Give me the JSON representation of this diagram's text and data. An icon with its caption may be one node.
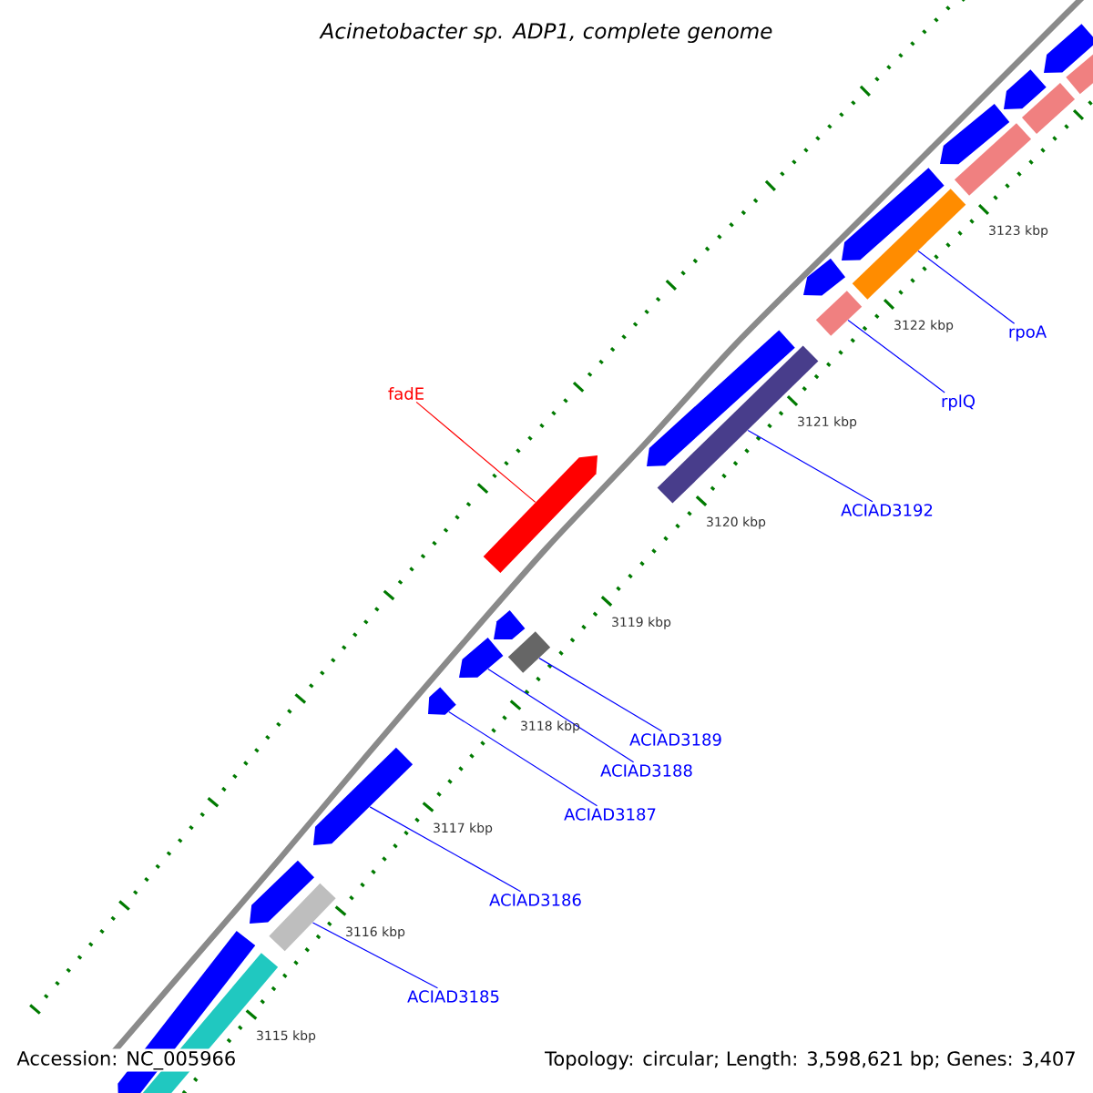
{
  "diagram": {
    "title": "Acinetobacter sp. ADP1, complete genome",
    "nodes": [
      {
        "text": [
          "rpoA"
        ]
      },
      {
        "text": [],
        "shape": "bar"
      },
      {
        "text": [
          "rplQ"
        ]
      },
      {
        "text": [],
        "shape": "bar"
      },
      {
        "text": [
          "fadE"
        ]
      },
      {
        "text": [],
        "shape": "pentagon"
      },
      {
        "text": [
          "ACIAD3192"
        ]
      },
      {
        "text": [],
        "shape": "bar"
      },
      {
        "text": [
          "ACIAD3189"
        ]
      },
      {
        "text": [],
        "shape": "box"
      },
      {
        "text": [
          "ACIAD3188"
        ]
      },
      {
        "text": [],
        "shape": "pentagon"
      },
      {
        "text": [
          "ACIAD3187"
        ]
      },
      {
        "text": [],
        "shape": "pentagon"
      },
      {
        "text": [
          "ACIAD3186"
        ]
      },
      {
        "text": [],
        "shape": "pentagon"
      },
      {
        "text": [
          "ACIAD3185"
        ]
      },
      {
        "text": [],
        "shape": "bar"
      },
      {
        "text": [],
        "shape": "pentagon"
      },
      {
        "text": [],
        "shape": "pentagon"
      },
      {
        "text": [],
        "shape": "pentagon"
      },
      {
        "text": [],
        "shape": "pentagon"
      },
      {
        "text": [],
        "shape": "pentagon"
      },
      {
        "text": [],
        "shape": "pentagon"
      },
      {
        "text": [],
        "shape": "pentagon"
      },
      {
        "text": [],
        "shape": "pentagon"
      },
      {
        "text": [],
        "shape": "pentagon"
      },
      {
        "text": [],
        "shape": "bar"
      },
      {
        "text": [],
        "shape": "bar"
      },
      {
        "text": [],
        "shape": "bar"
      },
      {
        "text": [],
        "shape": "bar"
      }
    ],
    "edges": [
      {
        "from": 0,
        "to": 1,
        "arrow": "none"
      },
      {
        "from": 2,
        "to": 3,
        "arrow": "none"
      },
      {
        "from": 4,
        "to": 5,
        "arrow": "none",
        "color": "#ff0000"
      },
      {
        "from": 6,
        "to": 7,
        "arrow": "none"
      },
      {
        "from": 8,
        "to": 9,
        "arrow": "none"
      },
      {
        "from": 10,
        "to": 11,
        "arrow": "none"
      },
      {
        "from": 12,
        "to": 13,
        "arrow": "none"
      },
      {
        "from": 14,
        "to": 15,
        "arrow": "none"
      },
      {
        "from": 16,
        "to": 17,
        "arrow": "none"
      }
    ],
    "labels": [
      "3123 kbp",
      "3122 kbp",
      "3121 kbp",
      "3120 kbp",
      "3119 kbp",
      "3118 kbp",
      "3117 kbp",
      "3116 kbp",
      "3115 kbp",
      "Accession: NC_005966",
      "Topology: circular; Length: 3,598,621 bp; Genes: 3,407"
    ]
  }
}
